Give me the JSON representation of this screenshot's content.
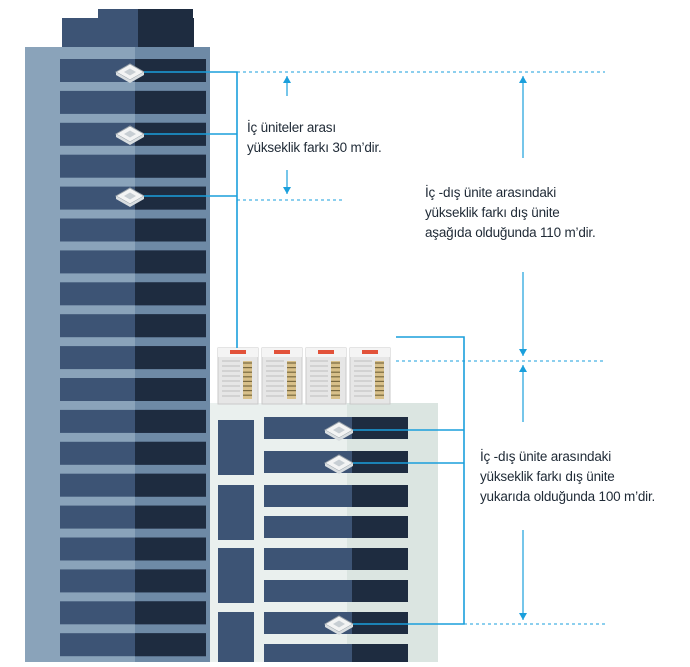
{
  "colors": {
    "accent": "#1a9fdc",
    "tall_building_face": "#3d5475",
    "tall_building_shadow": "#1e2c40",
    "tall_building_side": "#8aa3ba",
    "low_building_face": "#eaf0ee",
    "outdoor_unit": "#e6e6e6",
    "brand_strip": "#e2523a"
  },
  "annotations": {
    "indoor_diff": [
      "İç üniteler arası",
      "yükseklik farkı 30 m’dir."
    ],
    "outdoor_below": [
      "İç -dış ünite arasındaki",
      "yükseklik farkı dış ünite",
      "aşağıda olduğunda 110 m’dir."
    ],
    "outdoor_above": [
      "İç -dış ünite arasındaki",
      "yükseklik farkı dış ünite",
      "yukarıda olduğunda 100 m’dir."
    ]
  },
  "icons": {
    "indoor_unit": "cassette-indoor-unit-icon",
    "outdoor_unit": "vrf-outdoor-unit-icon"
  }
}
